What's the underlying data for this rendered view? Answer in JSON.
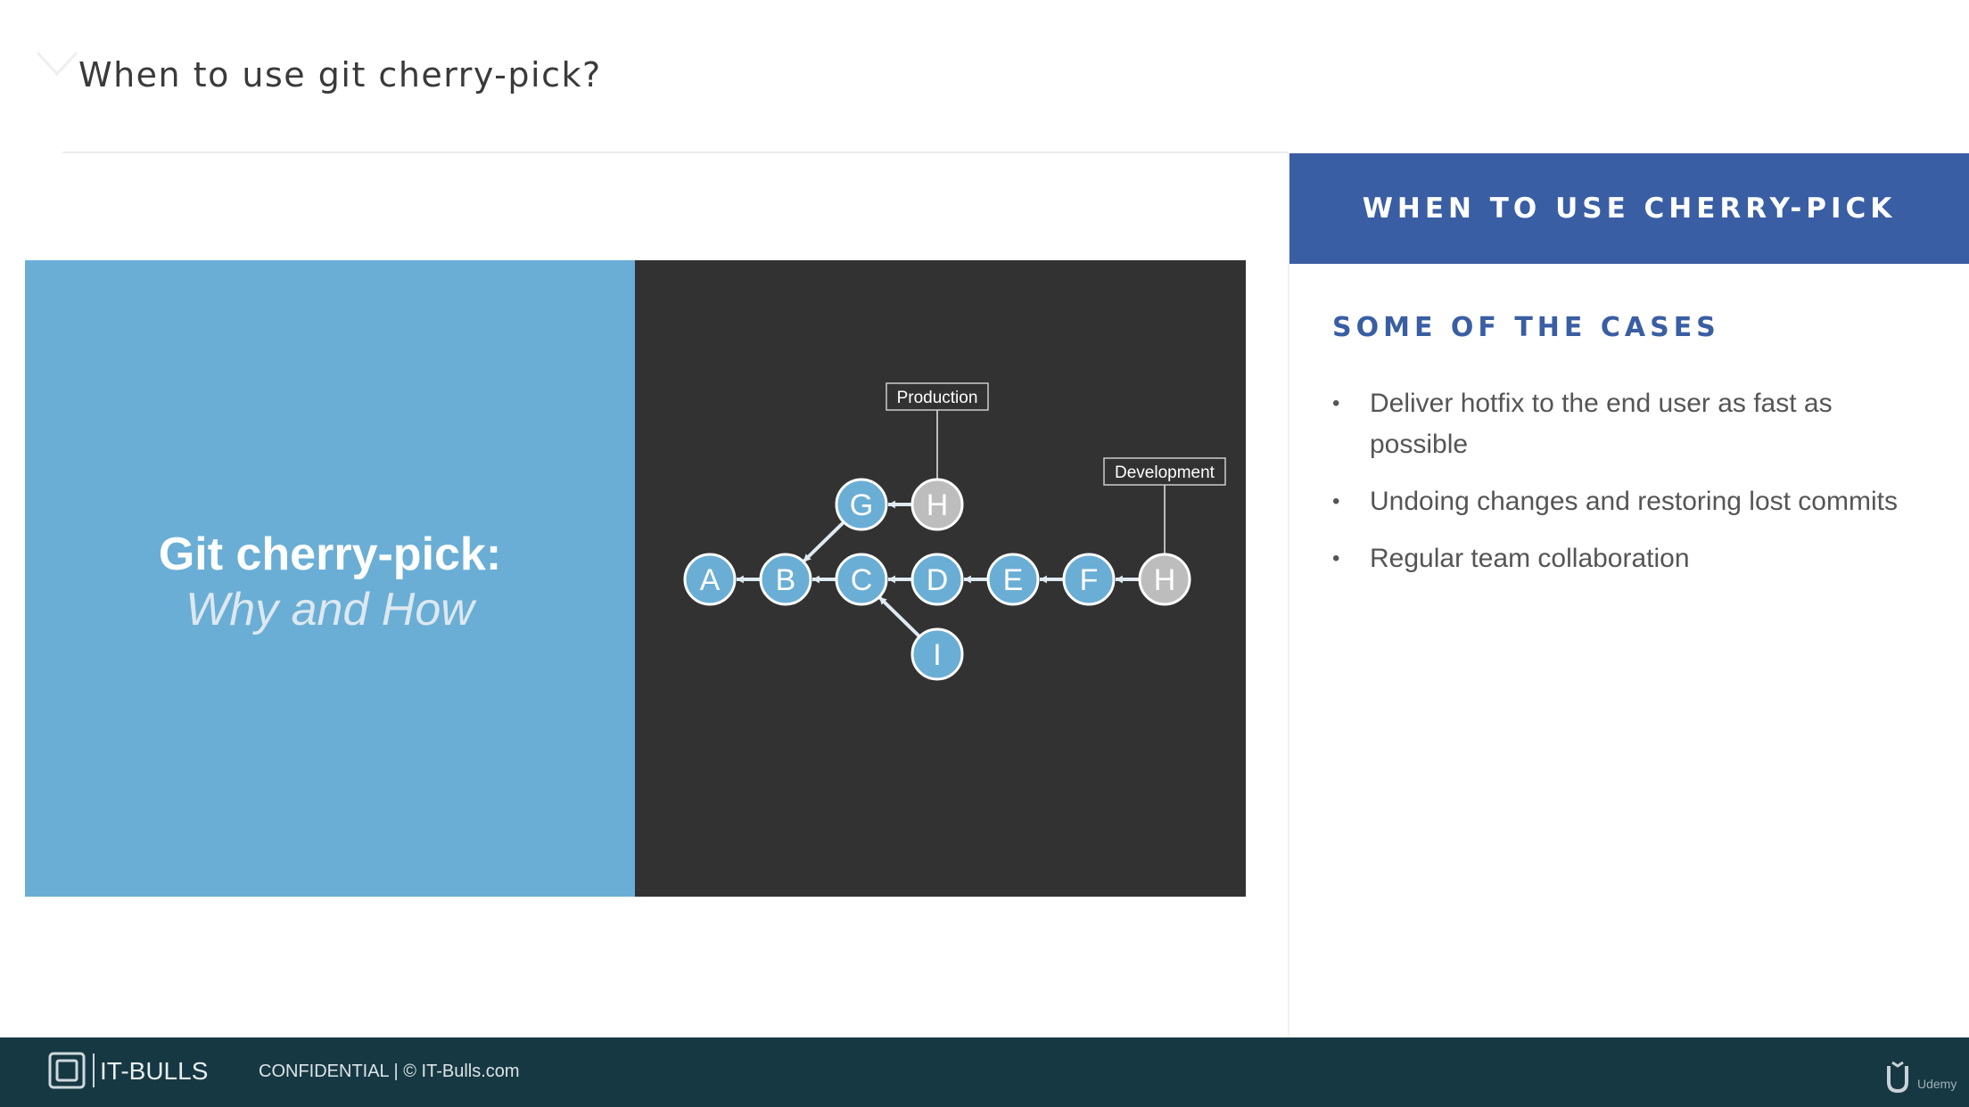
{
  "slide": {
    "title": "When to use git cherry-pick?"
  },
  "media": {
    "title": "Git cherry-pick:",
    "subtitle": "Why and How",
    "graph": {
      "labels": {
        "production": "Production",
        "development": "Development"
      },
      "main_line": [
        "A",
        "B",
        "C",
        "D",
        "E",
        "F",
        "H"
      ],
      "branch_top": [
        "G",
        "H"
      ],
      "branch_bottom": [
        "I"
      ]
    }
  },
  "sidebar": {
    "header": "WHEN TO USE CHERRY-PICK",
    "heading": "SOME OF THE CASES",
    "items": [
      "Deliver hotfix to the end user as fast as possible",
      "Undoing changes and restoring lost commits",
      "Regular team collaboration"
    ]
  },
  "footer": {
    "logo": "IT-BULLS",
    "legal": "CONFIDENTIAL  |  © IT-Bulls.com",
    "udemy": "Udemy"
  },
  "colors": {
    "accent_blue": "#3a5ea3",
    "media_blue": "#6aaed5",
    "dark_pane": "#323232",
    "footer": "#163843",
    "commit_blue": "#6aaed5",
    "commit_gray": "#bdbdbd"
  },
  "icons": [
    "chevron-corner-icon",
    "it-bulls-logo-icon",
    "udemy-logo-icon"
  ]
}
